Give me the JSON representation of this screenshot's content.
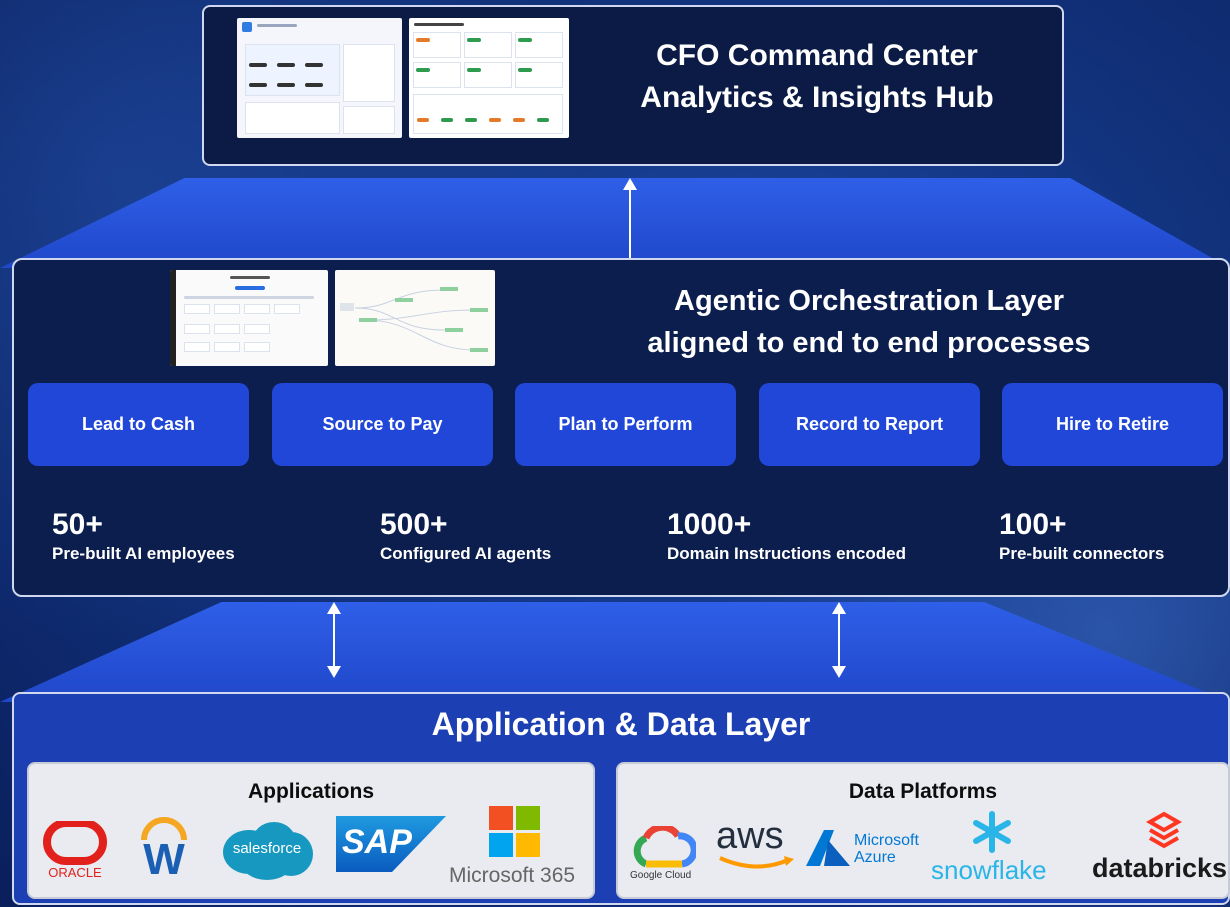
{
  "top": {
    "title_line1": "CFO Command Center",
    "title_line2": "Analytics & Insights Hub"
  },
  "middle": {
    "title_line1": "Agentic Orchestration Layer",
    "title_line2": "aligned to end to end processes",
    "processes": [
      "Lead to Cash",
      "Source to Pay",
      "Plan to Perform",
      "Record to Report",
      "Hire to Retire"
    ],
    "stats": [
      {
        "value": "50+",
        "label": "Pre-built AI employees"
      },
      {
        "value": "500+",
        "label": "Configured AI agents"
      },
      {
        "value": "1000+",
        "label": "Domain Instructions encoded"
      },
      {
        "value": "100+",
        "label": "Pre-built connectors"
      }
    ]
  },
  "bottom": {
    "title": "Application & Data Layer",
    "applications": {
      "title": "Applications",
      "logos": [
        "ORACLE",
        "W",
        "salesforce",
        "SAP",
        "Microsoft 365"
      ]
    },
    "data_platforms": {
      "title": "Data Platforms",
      "logos": [
        "Google Cloud",
        "aws",
        "Microsoft Azure",
        "snowflake",
        "databricks"
      ]
    }
  },
  "colors": {
    "process_button": "#2147d9",
    "panel_bg": "#e9ebf0",
    "oracle_red": "#e2211c",
    "sap_blue": "#0a6ed1",
    "salesforce_blue": "#1798c1",
    "databricks_red": "#ff3621",
    "snowflake_blue": "#29b5e8"
  }
}
